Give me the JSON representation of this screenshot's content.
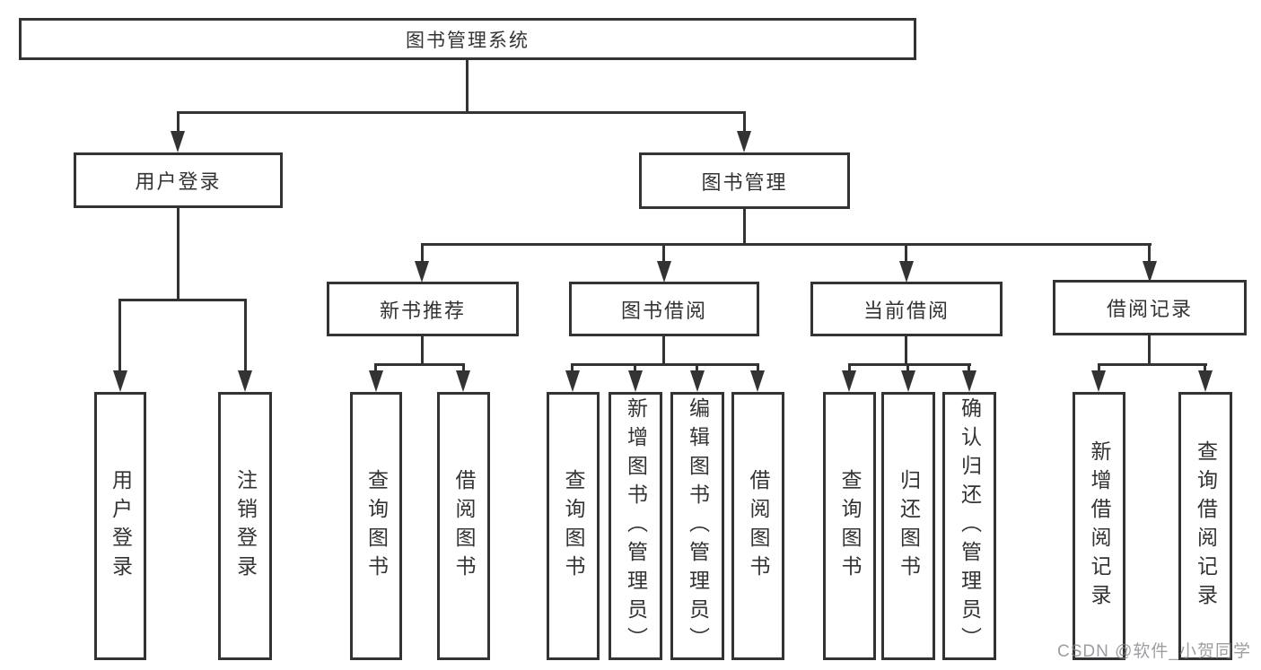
{
  "diagram": {
    "title": "图书管理系统",
    "level2": {
      "user_login": "用户登录",
      "book_management": "图书管理"
    },
    "level3": {
      "new_book_recommendation": "新书推荐",
      "book_borrowing": "图书借阅",
      "current_borrowing": "当前借阅",
      "borrowing_records": "借阅记录"
    },
    "level4": {
      "user_login": "用户登录",
      "logout": "注销登录",
      "nb_query_books": "查询图书",
      "nb_borrow_books": "借阅图书",
      "bb_query_books": "查询图书",
      "bb_add_books_admin": "新增图书（管理员）",
      "bb_edit_books_admin": "编辑图书（管理员）",
      "bb_borrow_books": "借阅图书",
      "cb_query_books": "查询图书",
      "cb_return_books": "归还图书",
      "cb_confirm_return_admin": "确认归还（管理员）",
      "br_add_record": "新增借阅记录",
      "br_query_record": "查询借阅记录"
    }
  },
  "watermark": "CSDN @软件_小贺同学",
  "colors": {
    "line": "#333333",
    "background": "#ffffff",
    "watermark_gray": "#808388"
  }
}
